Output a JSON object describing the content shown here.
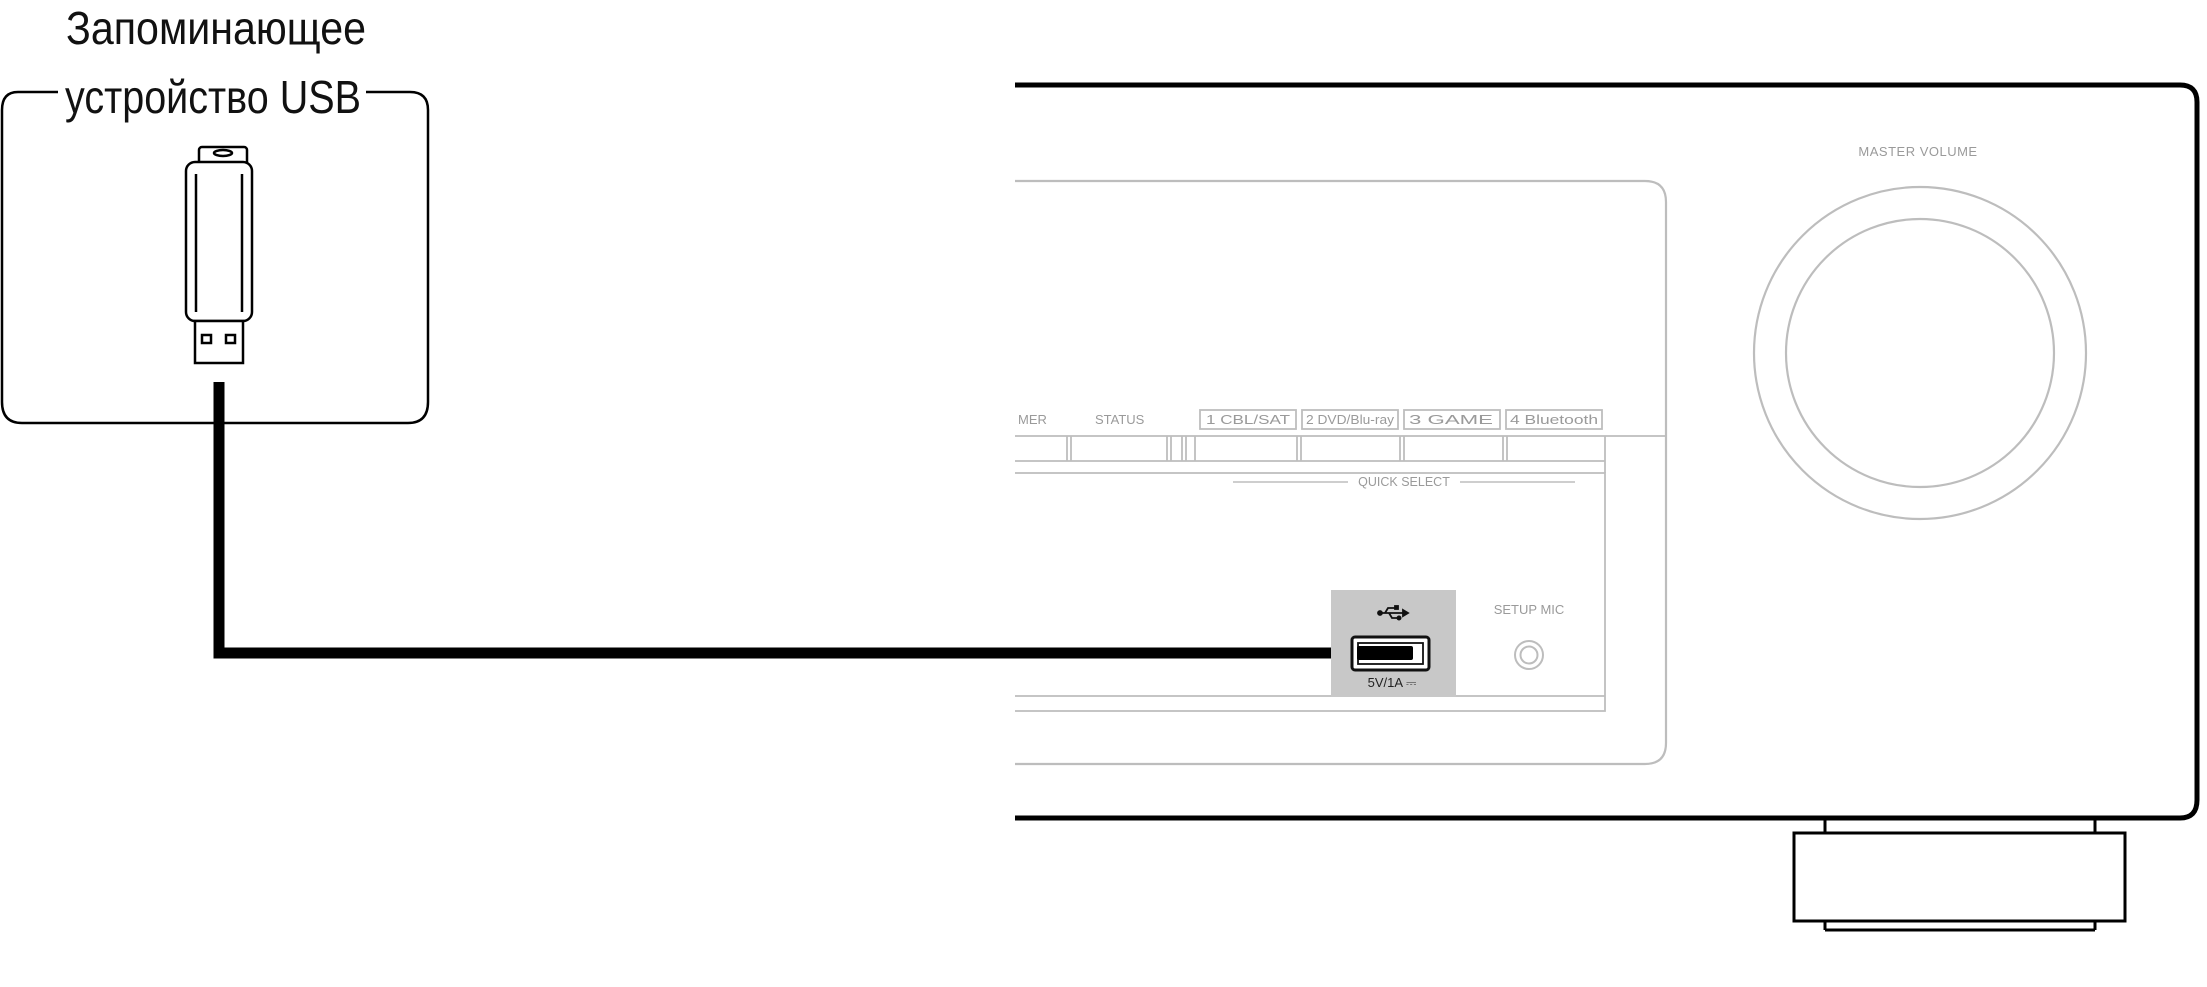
{
  "usb_box": {
    "caption_line1": "Запоминающее",
    "caption_line2": "устройство USB"
  },
  "receiver": {
    "master_volume_label": "MASTER VOLUME",
    "buttons": {
      "timer_partial": "MER",
      "status": "STATUS",
      "quick_select_1": "1 CBL/SAT",
      "quick_select_2": "2 DVD/Blu-ray",
      "quick_select_3": "3  GAME",
      "quick_select_4": "4 Bluetooth"
    },
    "quick_select_label": "QUICK SELECT",
    "setup_mic_label": "SETUP MIC",
    "usb_port_rating": "5V/1A ⎓"
  },
  "icons": {
    "usb": "usb-symbol-icon",
    "flash_drive": "usb-flash-drive-icon",
    "mic_jack": "mic-jack-icon",
    "volume_knob": "volume-knob-icon"
  },
  "colors": {
    "line": "#000000",
    "panel_gray": "#bdbdbd",
    "usb_port_highlight": "#c8c8c8"
  }
}
